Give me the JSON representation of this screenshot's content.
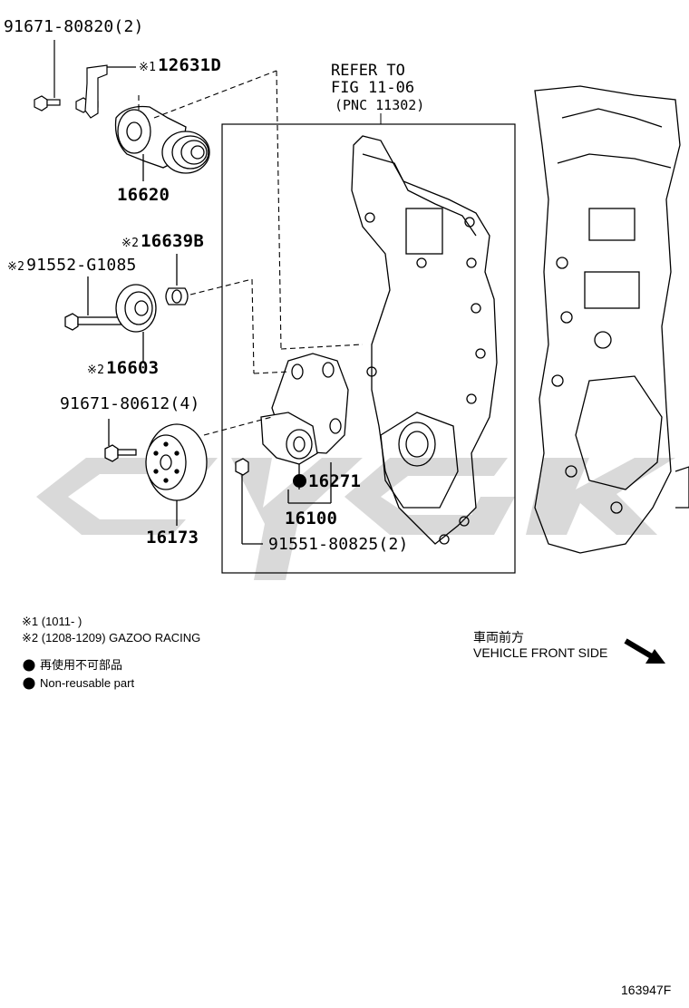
{
  "parts": {
    "p91671_80820": "91671-80820(2)",
    "p12631D": "12631D",
    "p12631D_mark": "※1",
    "p16620": "16620",
    "p16639B": "16639B",
    "p16639B_mark": "※2",
    "p91552": "91552-G1085",
    "p91552_mark": "※2",
    "p16603": "16603",
    "p16603_mark": "※2",
    "p91671_80612": "91671-80612(4)",
    "p16271": "16271",
    "p16100": "16100",
    "p16173": "16173",
    "p91551": "91551-80825(2)"
  },
  "reference": {
    "line1": "REFER TO",
    "line2": "FIG 11-06",
    "line3": "(PNC 11302)"
  },
  "notes": {
    "note1": "※1 (1011-        )",
    "note2": "※2 (1208-1209) GAZOO RACING",
    "legend_jp": "再使用不可部品",
    "legend_en": "Non-reusable part"
  },
  "vehicle_front": {
    "jp": "車両前方",
    "en": "VEHICLE FRONT SIDE"
  },
  "illustration_code": "163947F",
  "icons": {
    "legend": "filled-circle-icon",
    "arrow": "arrow-down-right-icon"
  },
  "colors": {
    "line": "#000000",
    "watermark": "#d9d9d9"
  }
}
